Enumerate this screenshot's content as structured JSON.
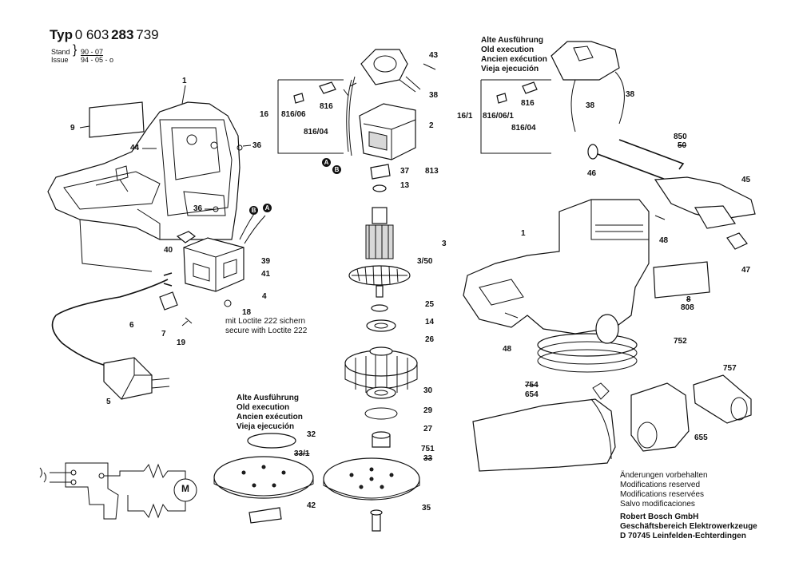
{
  "header": {
    "typ_label": "Typ",
    "typ_number_plain": "0 603",
    "typ_number_bold": "283",
    "typ_number_end": "739",
    "stand_label": "Stand",
    "stand_value": "90 - 07",
    "issue_label": "Issue",
    "issue_value": "94 - 05 - o"
  },
  "top_right_block": {
    "lines": [
      "Alte Ausführung",
      "Old execution",
      "Ancien exécution",
      "Vieja ejecución"
    ]
  },
  "bottom_left_block": {
    "lines": [
      "Alte Ausführung",
      "Old execution",
      "Ancien exécution",
      "Vieja ejecución"
    ]
  },
  "loctite_note": {
    "line1": "mit Loctite 222 sichern",
    "line2": "secure with Loctite 222"
  },
  "footer": {
    "modifications": [
      "Änderungen vorbehalten",
      "Modifications reserved",
      "Modifications reservées",
      "Salvo modificaciones"
    ],
    "company": [
      "Robert Bosch GmbH",
      "Geschäftsbereich Elektrowerkzeuge",
      "D 70745 Leinfelden-Echterdingen"
    ]
  },
  "markers": {
    "a": "A",
    "b": "B",
    "m": "M"
  },
  "parts": {
    "p1a": "1",
    "p9": "9",
    "p44": "44",
    "p36a": "36",
    "p36b": "36",
    "p40": "40",
    "p39": "39",
    "p41": "41",
    "p4": "4",
    "p18": "18",
    "p6": "6",
    "p7": "7",
    "p19": "19",
    "p5": "5",
    "p16": "16",
    "p816_06": "816/06",
    "p816": "816",
    "p816_04": "816/04",
    "p43": "43",
    "p38a": "38",
    "p2": "2",
    "p37": "37",
    "p813": "813",
    "p13": "13",
    "p3": "3",
    "p3_50": "3/50",
    "p25": "25",
    "p14": "14",
    "p26": "26",
    "p30": "30",
    "p29": "29",
    "p27": "27",
    "p751": "751",
    "p33a": "33",
    "p35": "35",
    "p32": "32",
    "p33_1": "33/1",
    "p42": "42",
    "p16_1": "16/1",
    "p816_06_1": "816/06/1",
    "p816b": "816",
    "p816_04b": "816/04",
    "p38b": "38",
    "p38c": "38",
    "p850": "850",
    "p50": "50",
    "p46": "46",
    "p45": "45",
    "p48a": "48",
    "p47": "47",
    "p1b": "1",
    "p8": "8",
    "p808": "808",
    "p48b": "48",
    "p752": "752",
    "p757": "757",
    "p754": "754",
    "p654": "654",
    "p655": "655"
  }
}
